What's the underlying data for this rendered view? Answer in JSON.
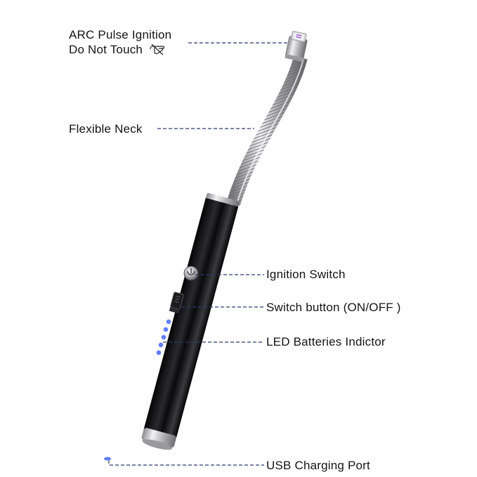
{
  "diagram": {
    "subject": "Electric arc lighter",
    "callouts": [
      {
        "id": "arc",
        "lines": [
          "ARC Pulse Ignition",
          "Do Not Touch"
        ],
        "icon": "no-touch-hand-icon"
      },
      {
        "id": "neck",
        "label": "Flexible Neck"
      },
      {
        "id": "ignition",
        "label": "Ignition Switch"
      },
      {
        "id": "switch",
        "label": "Switch button (ON/OFF )"
      },
      {
        "id": "led",
        "label": "LED Batteries Indictor"
      },
      {
        "id": "usb",
        "label": "USB Charging Port"
      }
    ],
    "led_count": 5,
    "colors": {
      "body": "#0d0d0f",
      "metal": "#c9c9cc",
      "led": "#3a5cff",
      "leader_line": "#2b3a6e",
      "text": "#141414",
      "arc_tip": "#9b59c9"
    }
  }
}
